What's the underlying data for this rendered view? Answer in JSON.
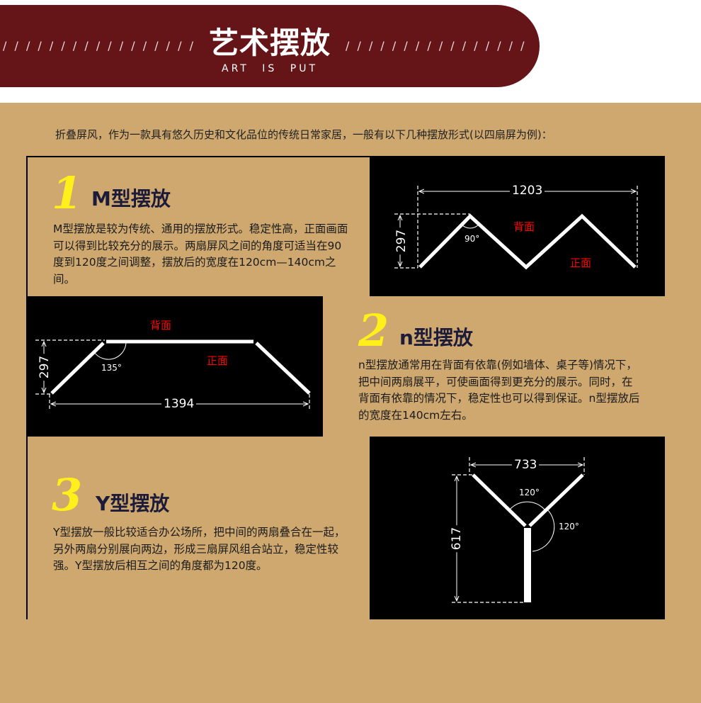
{
  "header": {
    "title": "艺术摆放",
    "subtitle": "ART IS PUT",
    "slashes": "/ / / / / / / / / / / / / / / / / / / / / / / /"
  },
  "intro": "折叠屏风，作为一款具有悠久历史和文化品位的传统日常家居，一般有以下几种摆放形式(以四扇屏为例)：",
  "sections": [
    {
      "number": "1",
      "title": "M型摆放",
      "text": "M型摆放是较为传统、通用的摆放形式。稳定性高，正面画面可以得到比较充分的展示。两扇屏风之间的角度可适当在90度到120度之间调整，摆放后的宽度在120cm—140cm之间。",
      "diagram": {
        "width": "1203",
        "height": "297",
        "angle": "90°",
        "back": "背面",
        "front": "正面"
      }
    },
    {
      "number": "2",
      "title": "n型摆放",
      "text": "n型摆放通常用在背面有依靠(例如墙体、桌子等)情况下，把中间两扇展平，可使画面得到更充分的展示。同时，在背面有依靠的情况下，稳定性也可以得到保证。n型摆放后的宽度在140cm左右。",
      "diagram": {
        "width": "1394",
        "height": "297",
        "angle": "135°",
        "back": "背面",
        "front": "正面"
      }
    },
    {
      "number": "3",
      "title": "Y型摆放",
      "text": "Y型摆放一般比较适合办公场所，把中间的两扇叠合在一起，另外两扇分别展向两边，形成三扇屏风组合站立，稳定性较强。Y型摆放后相互之间的角度都为120度。",
      "diagram": {
        "width": "733",
        "height": "617",
        "angle1": "120°",
        "angle2": "120°"
      }
    }
  ]
}
